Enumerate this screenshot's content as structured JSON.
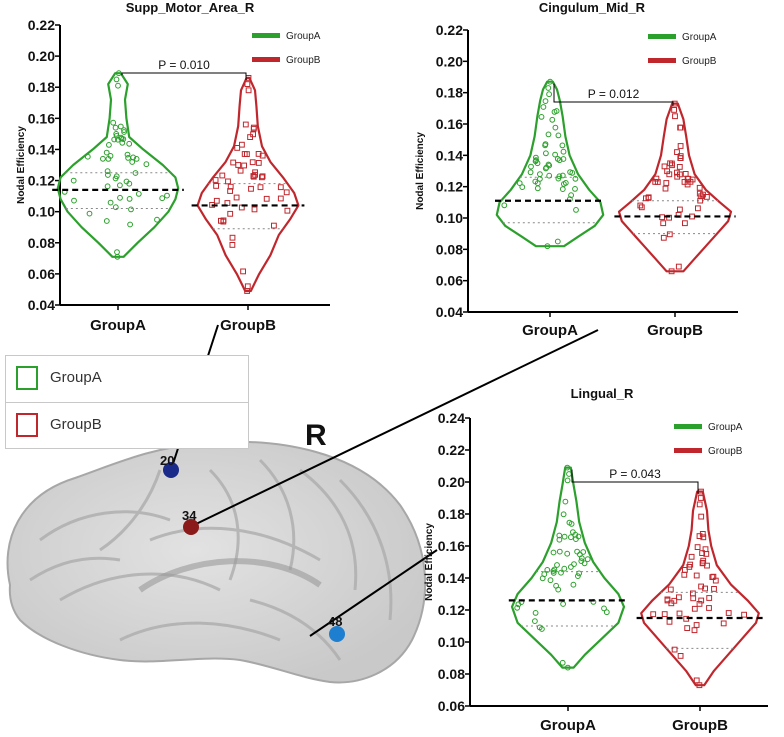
{
  "colors": {
    "groupA": "#2ca02c",
    "groupB": "#c0272d",
    "axis": "#000000"
  },
  "brain": {
    "hemisphere_label": "R",
    "nodes": [
      {
        "label": "20",
        "color": "#1a2a8a",
        "chart": "Supp_Motor_Area_R"
      },
      {
        "label": "34",
        "color": "#8b1a1a",
        "chart": "Cingulum_Mid_R"
      },
      {
        "label": "48",
        "color": "#1e7fd0",
        "chart": "Lingual_R"
      }
    ]
  },
  "legend": {
    "items": [
      {
        "label": "GroupA"
      },
      {
        "label": "GroupB"
      }
    ]
  },
  "chart_data": [
    {
      "type": "violin",
      "title": "Supp_Motor_Area_R",
      "ylabel": "Nodal Efficiency",
      "categories": [
        "GroupA",
        "GroupB"
      ],
      "ylim": [
        0.04,
        0.22
      ],
      "yticks": [
        "0.04",
        "0.06",
        "0.08",
        "0.10",
        "0.12",
        "0.14",
        "0.16",
        "0.18",
        "0.20",
        "0.22"
      ],
      "legend": [
        "GroupA",
        "GroupB"
      ],
      "pvalue": "P = 0.010",
      "series": [
        {
          "name": "GroupA",
          "min": 0.071,
          "max": 0.189,
          "median": 0.114,
          "q1": 0.102,
          "q3": 0.125,
          "profile": [
            [
              0.071,
              0.004
            ],
            [
              0.08,
              0.014
            ],
            [
              0.09,
              0.026
            ],
            [
              0.1,
              0.036
            ],
            [
              0.108,
              0.041
            ],
            [
              0.115,
              0.043
            ],
            [
              0.122,
              0.041
            ],
            [
              0.13,
              0.032
            ],
            [
              0.14,
              0.018
            ],
            [
              0.148,
              0.008
            ],
            [
              0.16,
              0.006
            ],
            [
              0.172,
              0.005
            ],
            [
              0.182,
              0.007
            ],
            [
              0.189,
              0.002
            ]
          ]
        },
        {
          "name": "GroupB",
          "min": 0.049,
          "max": 0.186,
          "median": 0.104,
          "q1": 0.089,
          "q3": 0.118,
          "profile": [
            [
              0.049,
              0.002
            ],
            [
              0.06,
              0.008
            ],
            [
              0.072,
              0.016
            ],
            [
              0.085,
              0.022
            ],
            [
              0.095,
              0.03
            ],
            [
              0.104,
              0.036
            ],
            [
              0.112,
              0.033
            ],
            [
              0.122,
              0.025
            ],
            [
              0.132,
              0.016
            ],
            [
              0.142,
              0.01
            ],
            [
              0.155,
              0.007
            ],
            [
              0.168,
              0.006
            ],
            [
              0.178,
              0.005
            ],
            [
              0.186,
              0.001
            ]
          ]
        }
      ]
    },
    {
      "type": "violin",
      "title": "Cingulum_Mid_R",
      "ylabel": "Nodal Efficiency",
      "categories": [
        "GroupA",
        "GroupB"
      ],
      "ylim": [
        0.04,
        0.22
      ],
      "yticks": [
        "0.04",
        "0.06",
        "0.08",
        "0.10",
        "0.12",
        "0.14",
        "0.16",
        "0.18",
        "0.20",
        "0.22"
      ],
      "legend": [
        "GroupA",
        "GroupB"
      ],
      "pvalue": "P = 0.012",
      "series": [
        {
          "name": "GroupA",
          "min": 0.082,
          "max": 0.187,
          "median": 0.111,
          "q1": 0.097,
          "q3": 0.126,
          "profile": [
            [
              0.082,
              0.01
            ],
            [
              0.088,
              0.02
            ],
            [
              0.095,
              0.032
            ],
            [
              0.102,
              0.038
            ],
            [
              0.11,
              0.036
            ],
            [
              0.118,
              0.028
            ],
            [
              0.128,
              0.02
            ],
            [
              0.14,
              0.014
            ],
            [
              0.152,
              0.011
            ],
            [
              0.165,
              0.009
            ],
            [
              0.175,
              0.007
            ],
            [
              0.182,
              0.005
            ],
            [
              0.187,
              0.002
            ]
          ]
        },
        {
          "name": "GroupB",
          "min": 0.066,
          "max": 0.173,
          "median": 0.101,
          "q1": 0.09,
          "q3": 0.111,
          "profile": [
            [
              0.066,
              0.006
            ],
            [
              0.074,
              0.014
            ],
            [
              0.082,
              0.022
            ],
            [
              0.09,
              0.03
            ],
            [
              0.098,
              0.038
            ],
            [
              0.104,
              0.04
            ],
            [
              0.11,
              0.032
            ],
            [
              0.118,
              0.022
            ],
            [
              0.128,
              0.014
            ],
            [
              0.14,
              0.01
            ],
            [
              0.152,
              0.008
            ],
            [
              0.163,
              0.006
            ],
            [
              0.173,
              0.002
            ]
          ]
        }
      ]
    },
    {
      "type": "violin",
      "title": "Lingual_R",
      "ylabel": "Nodal Efficiency",
      "categories": [
        "GroupA",
        "GroupB"
      ],
      "ylim": [
        0.06,
        0.24
      ],
      "yticks": [
        "0.06",
        "0.08",
        "0.10",
        "0.12",
        "0.14",
        "0.16",
        "0.18",
        "0.20",
        "0.22",
        "0.24"
      ],
      "legend": [
        "GroupA",
        "GroupB"
      ],
      "pvalue": "P = 0.043",
      "series": [
        {
          "name": "GroupA",
          "min": 0.084,
          "max": 0.209,
          "median": 0.126,
          "q1": 0.11,
          "q3": 0.144,
          "profile": [
            [
              0.084,
              0.004
            ],
            [
              0.092,
              0.012
            ],
            [
              0.102,
              0.024
            ],
            [
              0.112,
              0.036
            ],
            [
              0.122,
              0.04
            ],
            [
              0.13,
              0.036
            ],
            [
              0.14,
              0.026
            ],
            [
              0.15,
              0.018
            ],
            [
              0.162,
              0.012
            ],
            [
              0.175,
              0.008
            ],
            [
              0.188,
              0.006
            ],
            [
              0.198,
              0.004
            ],
            [
              0.209,
              0.002
            ]
          ]
        },
        {
          "name": "GroupB",
          "min": 0.073,
          "max": 0.194,
          "median": 0.115,
          "q1": 0.096,
          "q3": 0.131,
          "profile": [
            [
              0.073,
              0.003
            ],
            [
              0.082,
              0.01
            ],
            [
              0.092,
              0.02
            ],
            [
              0.102,
              0.03
            ],
            [
              0.112,
              0.04
            ],
            [
              0.118,
              0.042
            ],
            [
              0.126,
              0.034
            ],
            [
              0.136,
              0.022
            ],
            [
              0.148,
              0.012
            ],
            [
              0.16,
              0.008
            ],
            [
              0.17,
              0.006
            ],
            [
              0.182,
              0.005
            ],
            [
              0.194,
              0.002
            ]
          ]
        }
      ]
    }
  ]
}
